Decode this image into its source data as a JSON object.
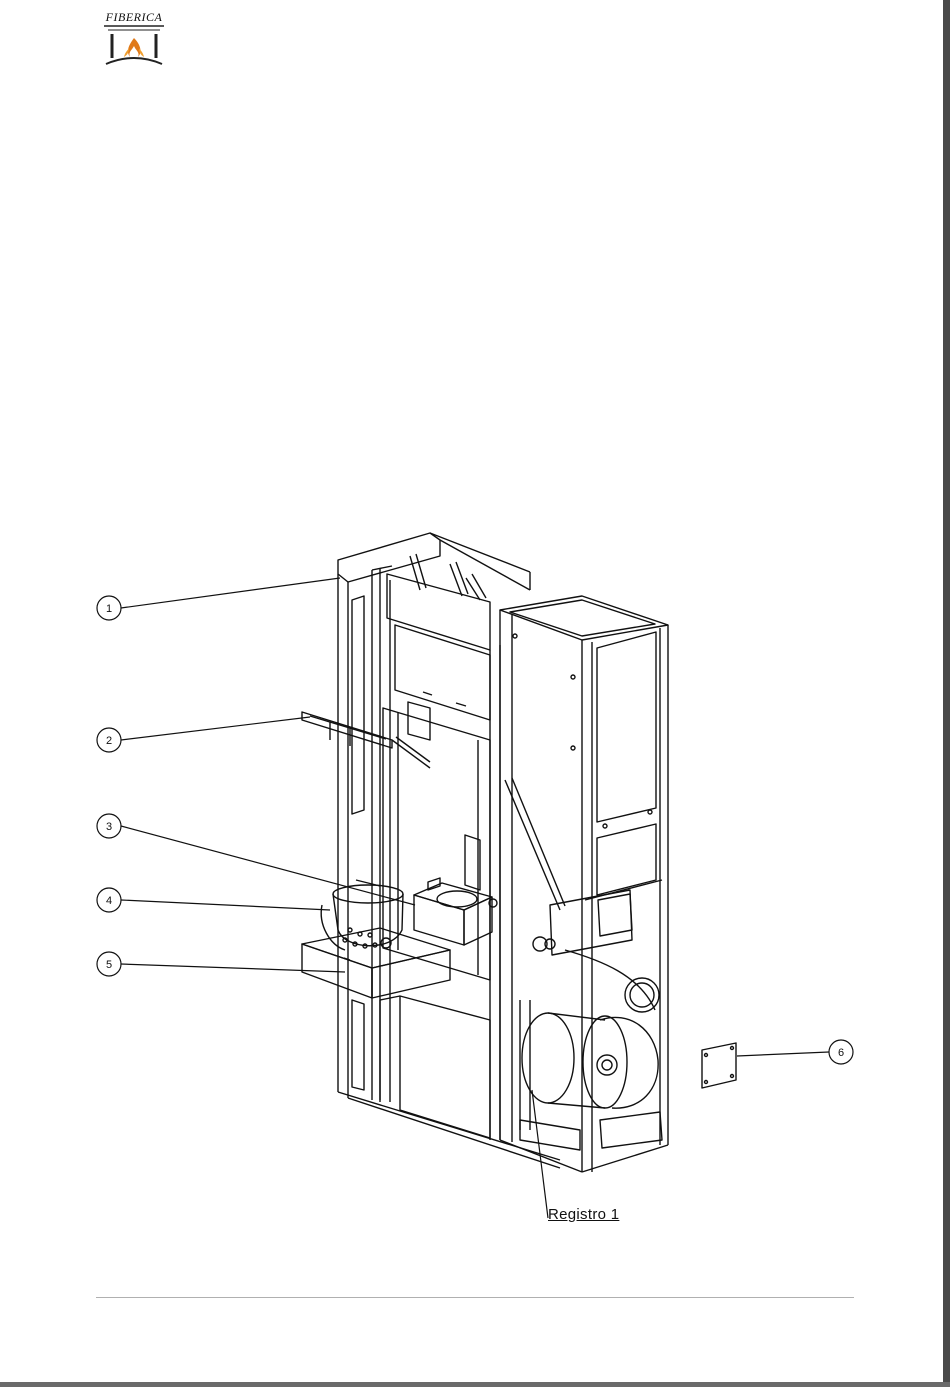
{
  "logo": {
    "text": "FIBERICA"
  },
  "diagram": {
    "callouts": [
      {
        "number": "1"
      },
      {
        "number": "2"
      },
      {
        "number": "3"
      },
      {
        "number": "4"
      },
      {
        "number": "5"
      },
      {
        "number": "6"
      }
    ],
    "registro_label": "Registro 1"
  },
  "colors": {
    "line": "#111111",
    "flame": "#e07a1a",
    "footer_rule": "#b0b0b0"
  }
}
